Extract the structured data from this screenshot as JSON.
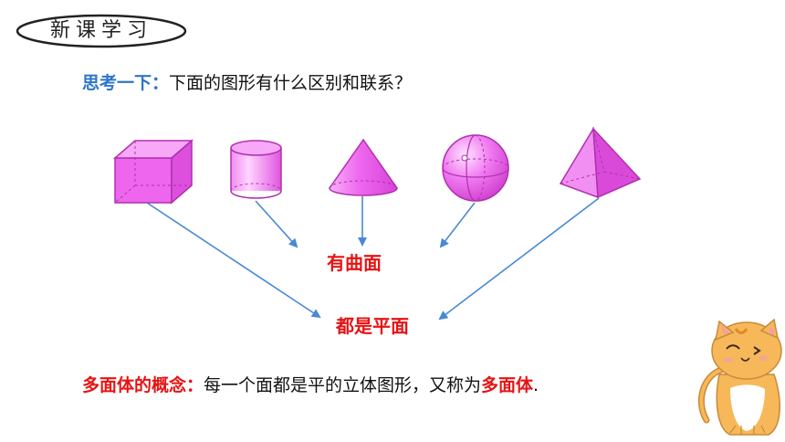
{
  "badge": {
    "text": "新课学习"
  },
  "question": {
    "lead": "思考一下：",
    "text": "下面的图形有什么区别和联系？"
  },
  "labels": {
    "curved": "有曲面",
    "flat": "都是平面"
  },
  "concept": {
    "term": "多面体的概念：",
    "definition": "每一个面都是平的立体图形，又称为",
    "keyword": "多面体",
    "end": "."
  },
  "colors": {
    "solid_fill": "#ee66ee",
    "arrow": "#4a88d6",
    "accent_red": "#e81212",
    "accent_blue": "#2e75c8"
  },
  "shapes": [
    "cuboid",
    "cylinder",
    "cone",
    "sphere",
    "pyramid"
  ]
}
